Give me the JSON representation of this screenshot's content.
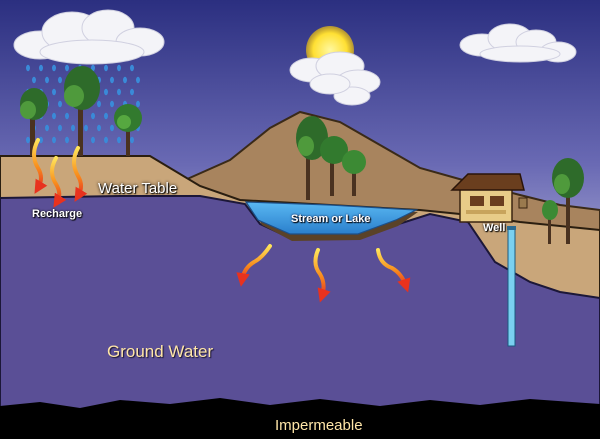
{
  "labels": {
    "water_table": "Water Table",
    "recharge": "Recharge",
    "stream_or_lake": "Stream or Lake",
    "well": "Well",
    "ground_water": "Ground Water",
    "impermeable": "Impermeable"
  },
  "colors": {
    "sky_top": "#2b2f80",
    "sky_bottom": "#b8b8dc",
    "soil": "#c9a67a",
    "hill": "#a8845e",
    "ground_water": "#5a4f96",
    "lake": "#3f9ce0",
    "bedrock": "#000000",
    "label_warm": "#ffe6a8",
    "arrow_tip": "#e8321e",
    "arrow_tail": "#ffd24a"
  }
}
